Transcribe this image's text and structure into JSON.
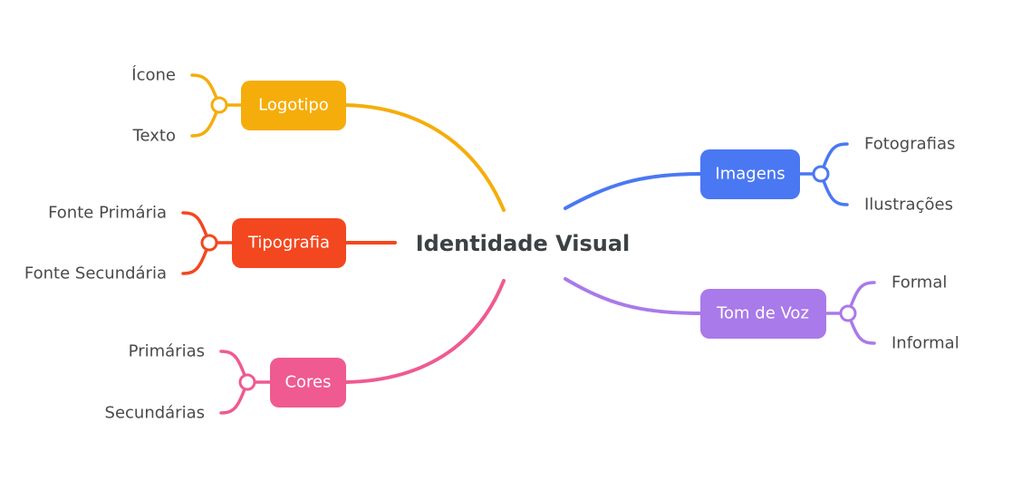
{
  "center": {
    "label": "Identidade Visual"
  },
  "branches": {
    "logotipo": {
      "label": "Logotipo",
      "color": "#f5ad0b",
      "children": [
        "Ícone",
        "Texto"
      ]
    },
    "tipografia": {
      "label": "Tipografia",
      "color": "#f3471f",
      "children": [
        "Fonte Primária",
        "Fonte Secundária"
      ]
    },
    "cores": {
      "label": "Cores",
      "color": "#ef5a91",
      "children": [
        "Primárias",
        "Secundárias"
      ]
    },
    "imagens": {
      "label": "Imagens",
      "color": "#4a78f3",
      "children": [
        "Fotografias",
        "Ilustrações"
      ]
    },
    "tom_de_voz": {
      "label": "Tom de Voz",
      "color": "#a97ae9",
      "children": [
        "Formal",
        "Informal"
      ]
    }
  }
}
